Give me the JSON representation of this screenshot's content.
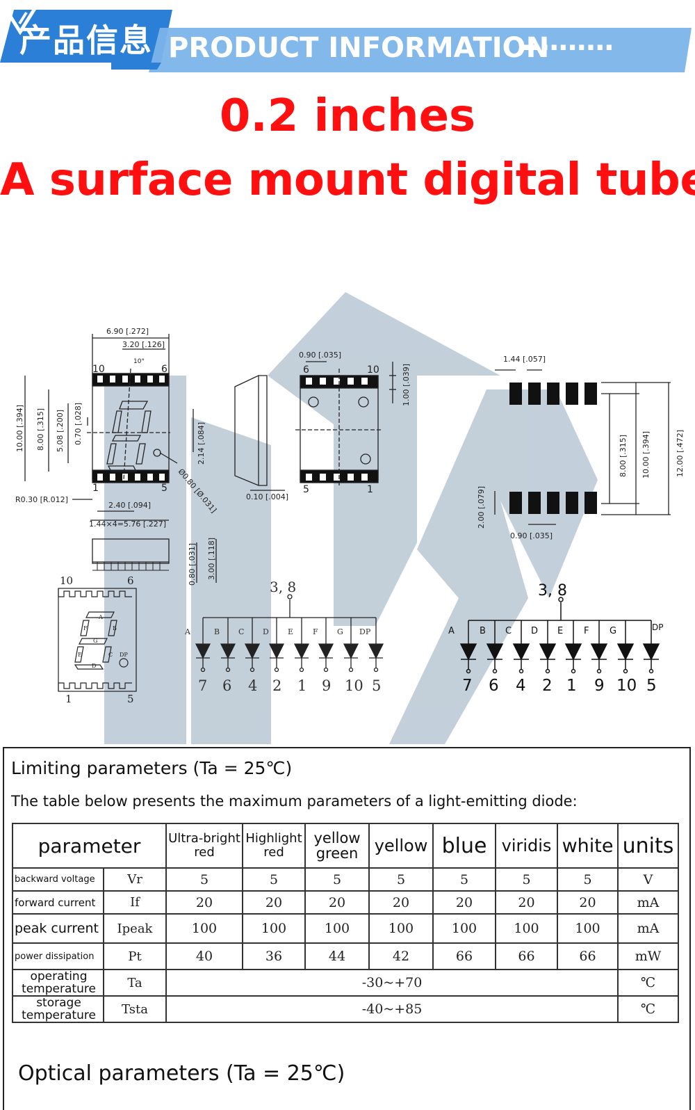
{
  "banner": {
    "cn_title": "产品信息",
    "en_title": "PRODUCT INFORMATION",
    "dots": "··········",
    "colors": {
      "dark_blue": "#2b7fd6",
      "light_blue": "#7cb4ea"
    }
  },
  "title": {
    "line1": "0.2 inches",
    "line2": "A surface mount digital tube",
    "color": "#ff0f0f"
  },
  "diagram": {
    "front": {
      "width": "6.90 [.272]",
      "spacing": "3.20 [.126]",
      "angle": "10°",
      "height": "10.00 [.394]",
      "digit_h": "8.00 [.315]",
      "half_h": "5.08 [.200]",
      "seg_w": "0.70 [.028]",
      "pad_offset": "2.14 [.084]",
      "dp_dia": "Ø0.80 [Ø.031]",
      "corner": "R0.30 [R.012]",
      "pitch": "2.40 [.094]",
      "pitch_total": "1.44×4=5.76 [.227]",
      "pin_10": "10",
      "pin_6": "6",
      "pin_1": "1",
      "pin_5": "5"
    },
    "back": {
      "pad_w": "0.90 [.035]",
      "pad_h": "1.00 [.039]",
      "thickness": "0.10 [.004]",
      "pin_6": "6",
      "pin_10": "10",
      "pin_5": "5",
      "pin_1": "1"
    },
    "side": {
      "h1": "0.80 [.031]",
      "h2": "3.00 [.118]"
    },
    "footprint": {
      "pitch": "1.44 [.057]",
      "pad_h": "2.00 [.079]",
      "pad_w": "0.90 [.035]",
      "d1": "8.00 [.315]",
      "d2": "10.00 [.394]",
      "d3": "12.00 [.472]"
    },
    "small_face": {
      "pin_10": "10",
      "pin_6": "6",
      "pin_1": "1",
      "pin_5": "5",
      "segs": [
        "A",
        "B",
        "C",
        "D",
        "E",
        "F",
        "G"
      ],
      "dp": "DP"
    },
    "circuit_left": {
      "common": "3, 8",
      "labels": [
        "A",
        "B",
        "C",
        "D",
        "E",
        "F",
        "G",
        "DP"
      ],
      "pins": [
        "7",
        "6",
        "4",
        "2",
        "1",
        "9",
        "10",
        "5"
      ]
    },
    "circuit_right": {
      "common": "3, 8",
      "labels": [
        "A",
        "B",
        "C",
        "D",
        "E",
        "F",
        "G",
        "DP"
      ],
      "pins": [
        "7",
        "6",
        "4",
        "2",
        "1",
        "9",
        "10",
        "5"
      ]
    }
  },
  "limits": {
    "title": "Limiting parameters (Ta = 25℃)",
    "description": "The table below presents the maximum parameters of a light-emitting diode:",
    "headers": [
      "parameter",
      "Ultra-bright red",
      "Highlight red",
      "yellow green",
      "yellow",
      "blue",
      "viridis",
      "white",
      "units"
    ],
    "rows": [
      {
        "label": "backward voltage",
        "symbol": "Vr",
        "values": [
          "5",
          "5",
          "5",
          "5",
          "5",
          "5",
          "5"
        ],
        "unit": "V"
      },
      {
        "label": "forward current",
        "symbol": "If",
        "values": [
          "20",
          "20",
          "20",
          "20",
          "20",
          "20",
          "20"
        ],
        "unit": "mA"
      },
      {
        "label": "peak current",
        "symbol": "Ipeak",
        "values": [
          "100",
          "100",
          "100",
          "100",
          "100",
          "100",
          "100"
        ],
        "unit": "mA"
      },
      {
        "label": "power dissipation",
        "symbol": "Pt",
        "values": [
          "40",
          "36",
          "44",
          "42",
          "66",
          "66",
          "66"
        ],
        "unit": "mW"
      },
      {
        "label": "operating temperature",
        "symbol": "Ta",
        "span_value": "-30~+70",
        "unit": "℃"
      },
      {
        "label": "storage temperature",
        "symbol": "Tsta",
        "span_value": "-40~+85",
        "unit": "℃"
      }
    ]
  },
  "optical": {
    "title": "Optical parameters (Ta = 25℃)"
  }
}
